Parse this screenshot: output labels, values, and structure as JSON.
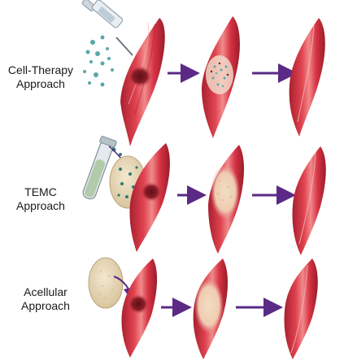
{
  "rows": [
    {
      "id": "cell-therapy",
      "label_line1": "Cell-Therapy",
      "label_line2": "Approach",
      "delivery": "syringe-injection"
    },
    {
      "id": "temc",
      "label_line1": "TEMC",
      "label_line2": "Approach",
      "delivery": "cell-seeded-scaffold"
    },
    {
      "id": "acellular",
      "label_line1": "Acellular",
      "label_line2": "Approach",
      "delivery": "acellular-scaffold"
    }
  ],
  "colors": {
    "muscle": "#d9364a",
    "muscle_light": "#ef8f93",
    "muscle_dark": "#9c1e2c",
    "injury": "#7a1520",
    "arrow": "#5a2a86",
    "scaffold": "#e6d6b4",
    "cells": "#5aa7a7"
  }
}
